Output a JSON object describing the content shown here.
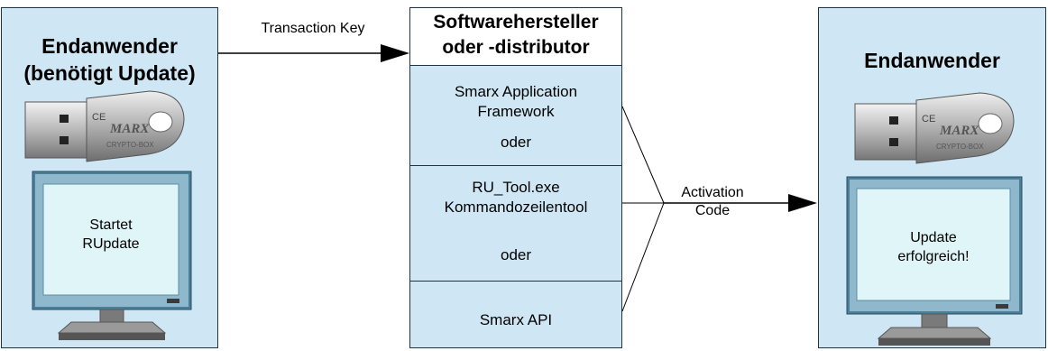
{
  "left_panel": {
    "title_line1": "Endanwender",
    "title_line2": "(benötigt Update)",
    "screen_line1": "Startet",
    "screen_line2": "RUpdate"
  },
  "middle": {
    "title_line1": "Softwarehersteller",
    "title_line2": "oder -distributor",
    "framework_line1": "Smarx Application",
    "framework_line2": "Framework",
    "framework_or": "oder",
    "rutool_line1": "RU_Tool.exe",
    "rutool_line2": "Kommandozeilentool",
    "rutool_or": "oder",
    "api": "Smarx API"
  },
  "right_panel": {
    "title": "Endanwender",
    "screen_line1": "Update",
    "screen_line2": "erfolgreich!"
  },
  "arrows": {
    "transaction_key": "Transaction Key",
    "activation_line1": "Activation",
    "activation_line2": "Code"
  },
  "dongle_labels": {
    "brand": "MARX",
    "product": "CRYPTO-BOX",
    "ce": "CE"
  },
  "colors": {
    "panel_bg": "#cfe6f4",
    "screen_bg": "#dff5f7",
    "monitor_bezel": "#4a7f9a"
  }
}
